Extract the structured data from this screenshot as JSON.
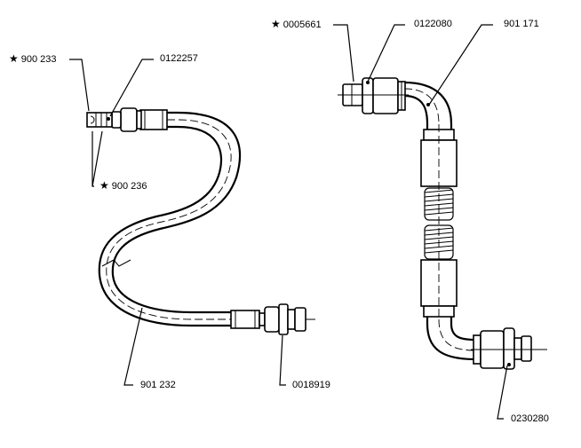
{
  "left_assembly": {
    "callouts": [
      {
        "id": "c1",
        "text": "900 233",
        "starred": true
      },
      {
        "id": "c2",
        "text": "0122257",
        "starred": false
      },
      {
        "id": "c3",
        "text": "900 236",
        "starred": true
      },
      {
        "id": "c4",
        "text": "901 232",
        "starred": false
      },
      {
        "id": "c5",
        "text": "0018919",
        "starred": false
      }
    ]
  },
  "right_assembly": {
    "callouts": [
      {
        "id": "c6",
        "text": "0005661",
        "starred": true
      },
      {
        "id": "c7",
        "text": "0122080",
        "starred": false
      },
      {
        "id": "c8",
        "text": "901 171",
        "starred": false
      },
      {
        "id": "c9",
        "text": "0230280",
        "starred": false
      }
    ]
  },
  "symbols": {
    "star": "★"
  }
}
